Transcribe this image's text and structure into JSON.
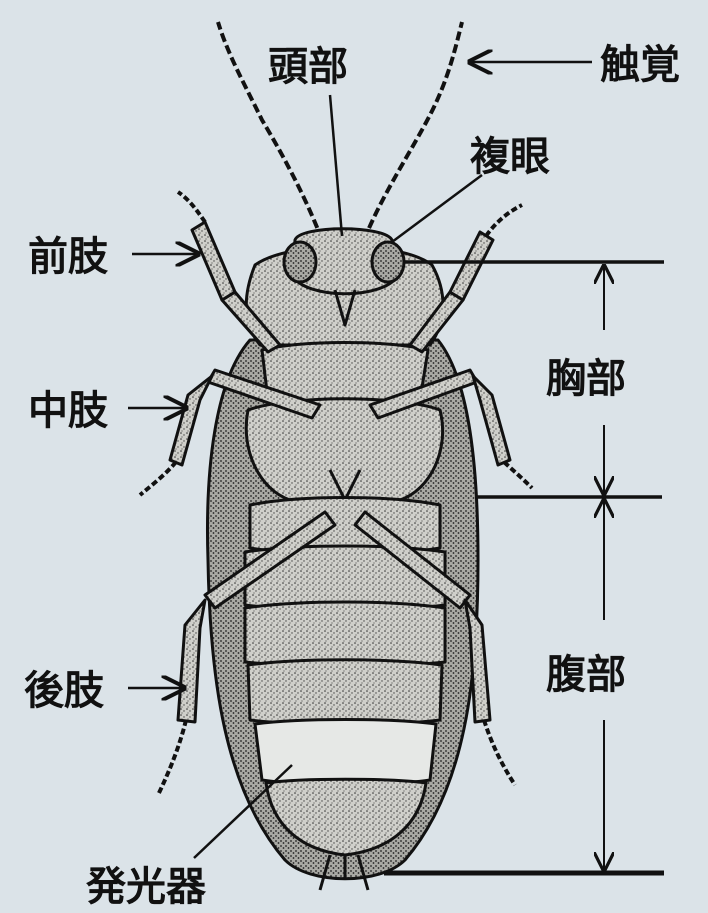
{
  "labels": {
    "head": "頭部",
    "antenna": "触覚",
    "compound_eye": "複眼",
    "foreleg": "前肢",
    "midleg": "中肢",
    "hindleg": "後肢",
    "thorax": "胸部",
    "abdomen": "腹部",
    "light_organ": "発光器"
  },
  "colors": {
    "background": "#dbe3e8",
    "ink": "#111111",
    "body_fill": "#c9c9c4"
  }
}
